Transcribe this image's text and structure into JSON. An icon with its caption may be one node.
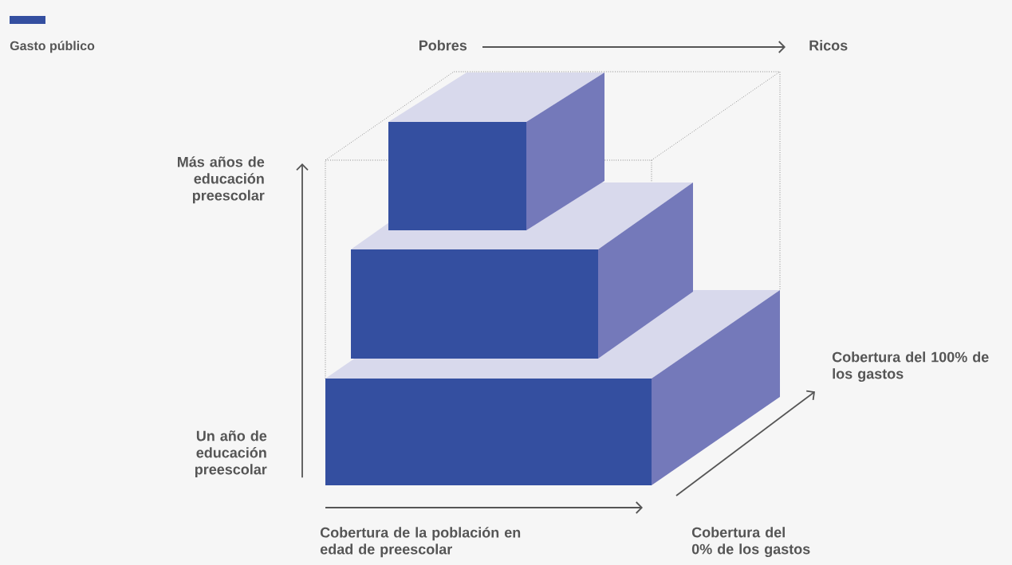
{
  "diagram": {
    "nodes": [
      {
        "text": [
          "Pobres"
        ]
      },
      {
        "text": [
          "Ricos"
        ]
      },
      {
        "text": [
          "Más años de educación preescolar"
        ]
      },
      {
        "text": [
          "Un año de educación preescolar"
        ]
      },
      {
        "text": [
          "Cobertura del 100% de los gastos"
        ]
      },
      {
        "text": [
          "Cobertura del 0% de los gastos"
        ]
      }
    ],
    "edges": [
      {
        "from": 0,
        "to": 1,
        "arrow": "to"
      },
      {
        "from": 3,
        "to": 2,
        "arrow": "to"
      },
      {
        "from": 5,
        "to": 4,
        "arrow": "to"
      }
    ],
    "labels": [
      "Cobertura de la población en edad de preescolar"
    ],
    "legend": [
      {
        "text": "Gasto público",
        "color": "#344fa0"
      }
    ]
  }
}
